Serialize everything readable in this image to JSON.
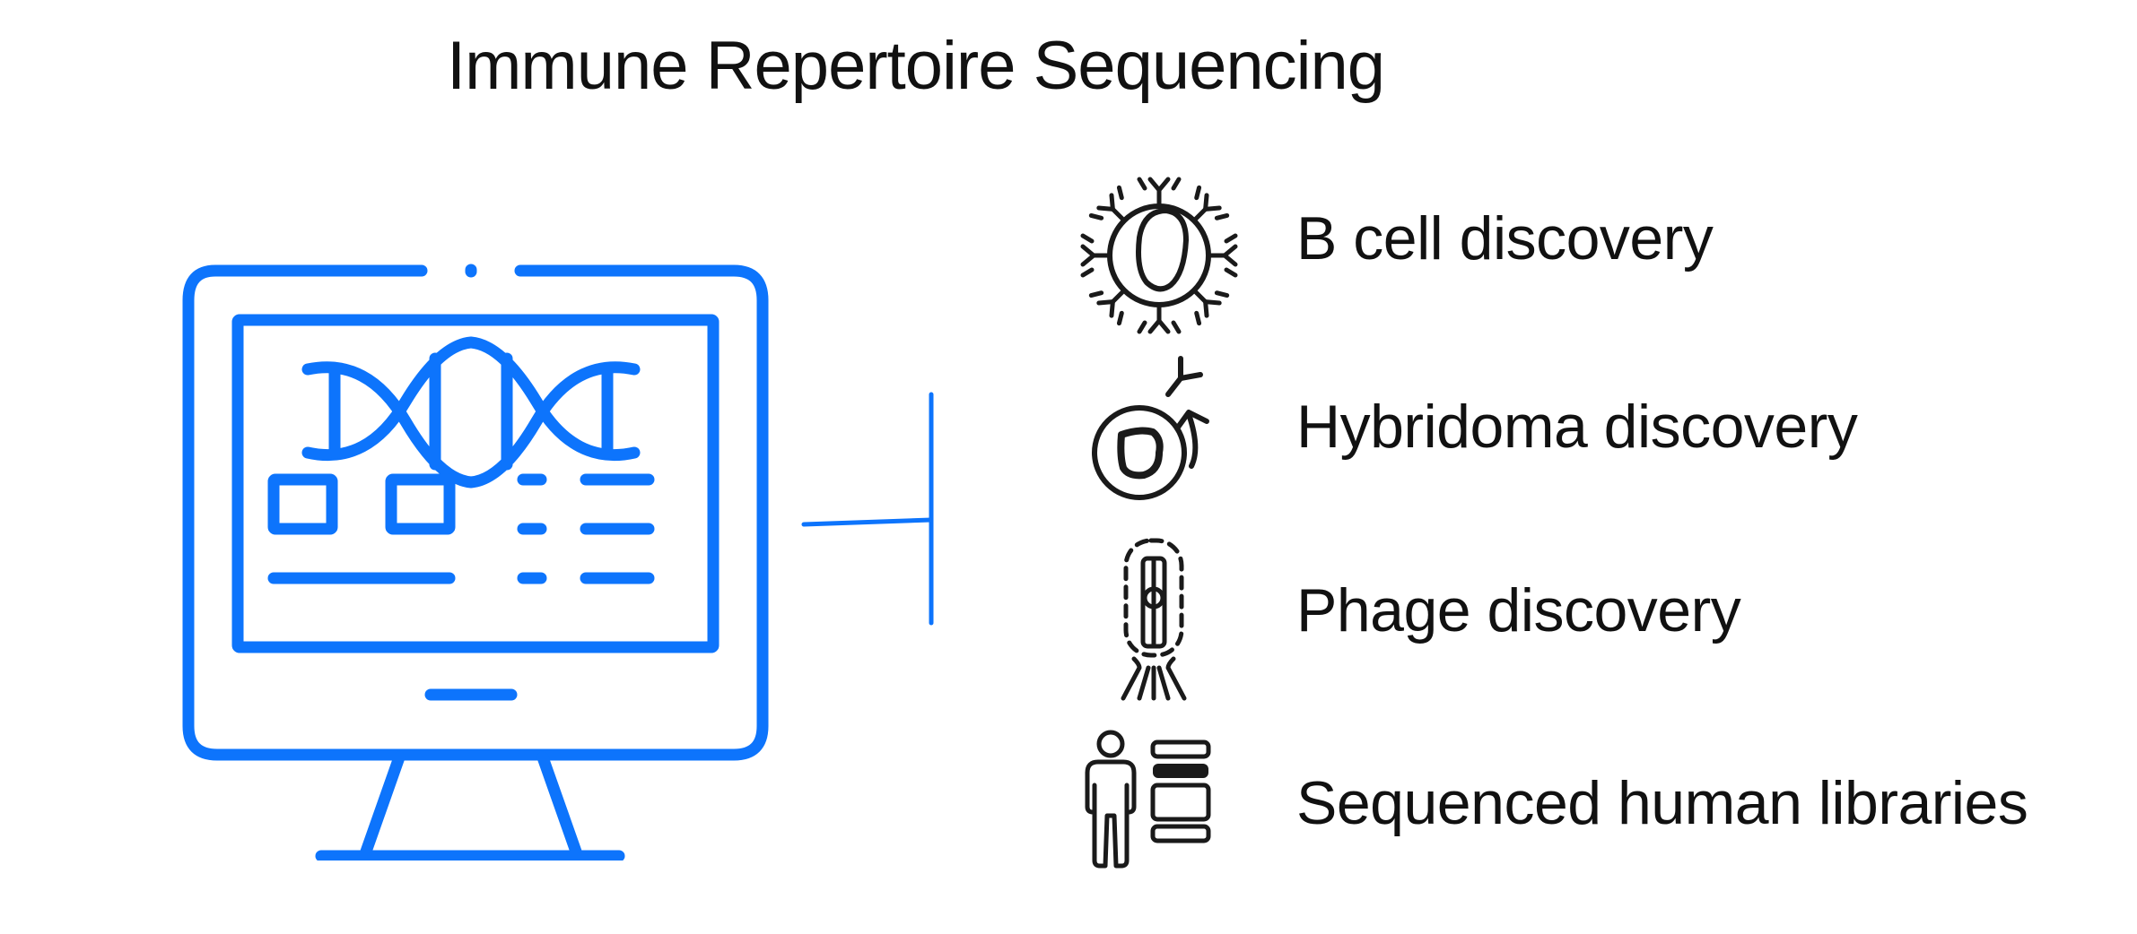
{
  "title": "Immune Repertoire Sequencing",
  "colors": {
    "accent_blue": "#0d74fc",
    "icon_ink": "#1a1a1a",
    "text": "#111111",
    "background": "#ffffff"
  },
  "illustration": {
    "icon": "computer-monitor-with-dna-icon",
    "screen_contents": [
      "dna-double-helix",
      "two-square-boxes",
      "text-lines",
      "bullet-list"
    ]
  },
  "connector": {
    "icon": "bracket-connector"
  },
  "methods": [
    {
      "label": "B cell discovery",
      "icon": "b-cell-icon"
    },
    {
      "label": "Hybridoma discovery",
      "icon": "hybridoma-cell-antibody-icon"
    },
    {
      "label": "Phage discovery",
      "icon": "bacteriophage-icon"
    },
    {
      "label": "Sequenced human libraries",
      "icon": "human-library-icon"
    }
  ]
}
